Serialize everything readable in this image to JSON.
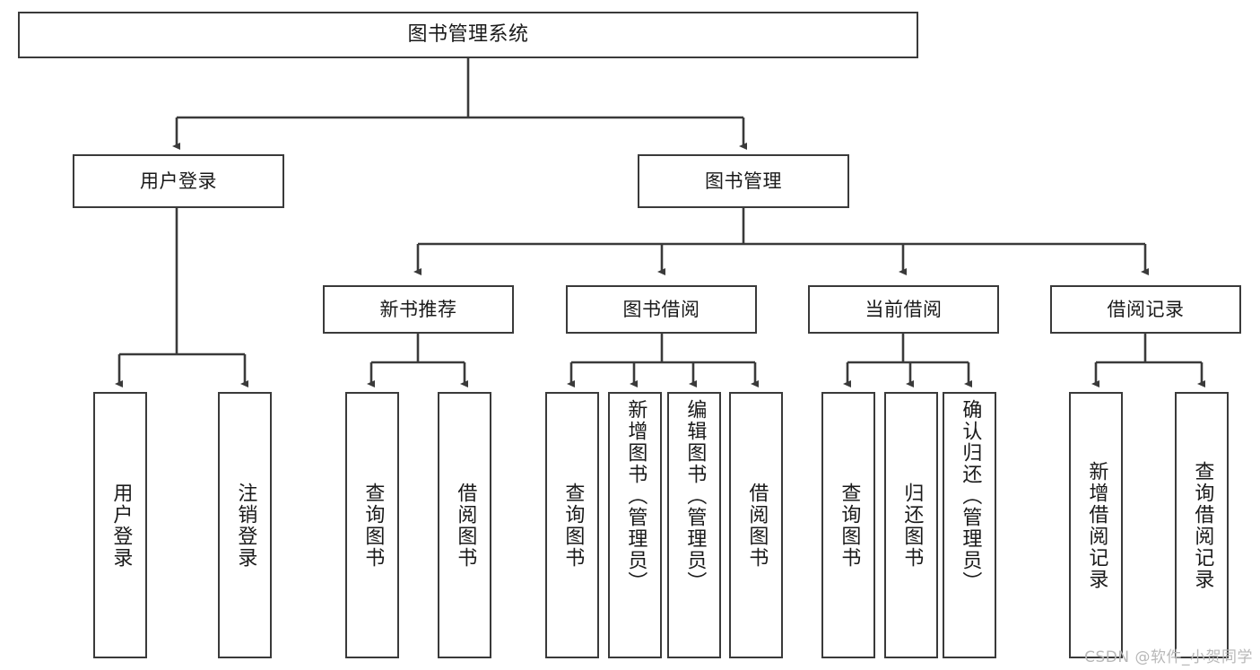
{
  "diagram": {
    "title": "图书管理系统",
    "type": "tree-hierarchy-diagram",
    "nodes": {
      "root": {
        "label": "图书管理系统"
      },
      "level2": [
        {
          "id": "user-login",
          "label": "用户登录"
        },
        {
          "id": "book-management",
          "label": "图书管理"
        }
      ],
      "level3": [
        {
          "id": "new-book-recommend",
          "label": "新书推荐"
        },
        {
          "id": "book-borrow",
          "label": "图书借阅"
        },
        {
          "id": "current-borrow",
          "label": "当前借阅"
        },
        {
          "id": "borrow-record",
          "label": "借阅记录"
        }
      ],
      "leaves": {
        "user_login": [
          {
            "id": "leaf-user-login",
            "label": "用户登录"
          },
          {
            "id": "leaf-logout-login",
            "label": "注销登录"
          }
        ],
        "new_book_recommend": [
          {
            "id": "leaf-query-book-1",
            "label": "查询图书"
          },
          {
            "id": "leaf-borrow-book-1",
            "label": "借阅图书"
          }
        ],
        "book_borrow": [
          {
            "id": "leaf-query-book-2",
            "label": "查询图书"
          },
          {
            "id": "leaf-add-book",
            "label": "新增图书（管理员）"
          },
          {
            "id": "leaf-edit-book",
            "label": "编辑图书（管理员）"
          },
          {
            "id": "leaf-borrow-book-2",
            "label": "借阅图书"
          }
        ],
        "current_borrow": [
          {
            "id": "leaf-query-book-3",
            "label": "查询图书"
          },
          {
            "id": "leaf-return-book",
            "label": "归还图书"
          },
          {
            "id": "leaf-confirm-return",
            "label": "确认归还（管理员）"
          }
        ],
        "borrow_record": [
          {
            "id": "leaf-add-record",
            "label": "新增借阅记录"
          },
          {
            "id": "leaf-query-record",
            "label": "查询借阅记录"
          }
        ]
      }
    },
    "watermark": "CSDN @软件_小贺同学",
    "colors": {
      "box_border": "#3a3a3a",
      "box_fill": "#ffffff",
      "connector": "#3a3a3a",
      "text": "#1a1a1a",
      "watermark": "#b8b8b8",
      "background": "#ffffff"
    }
  }
}
